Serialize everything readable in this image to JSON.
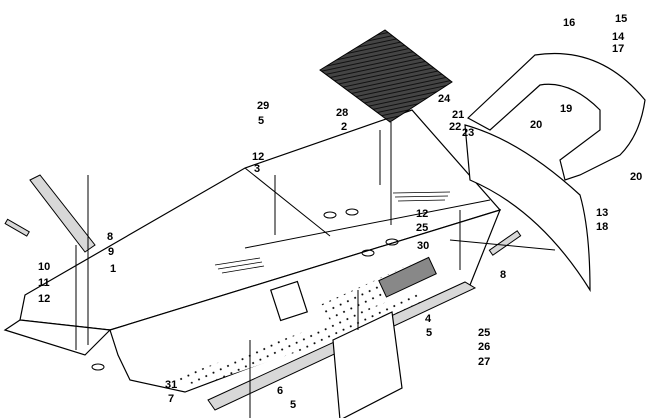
{
  "diagram": {
    "type": "exploded parts diagram",
    "callouts": [
      "15",
      "16",
      "14",
      "17",
      "24",
      "20",
      "21",
      "19",
      "22",
      "23",
      "28",
      "29",
      "2",
      "5",
      "12",
      "3",
      "20",
      "13",
      "12",
      "25",
      "18",
      "8",
      "9",
      "30",
      "1",
      "10",
      "11",
      "12",
      "8",
      "25",
      "26",
      "27",
      "4",
      "5",
      "31",
      "7",
      "6",
      "5"
    ]
  }
}
